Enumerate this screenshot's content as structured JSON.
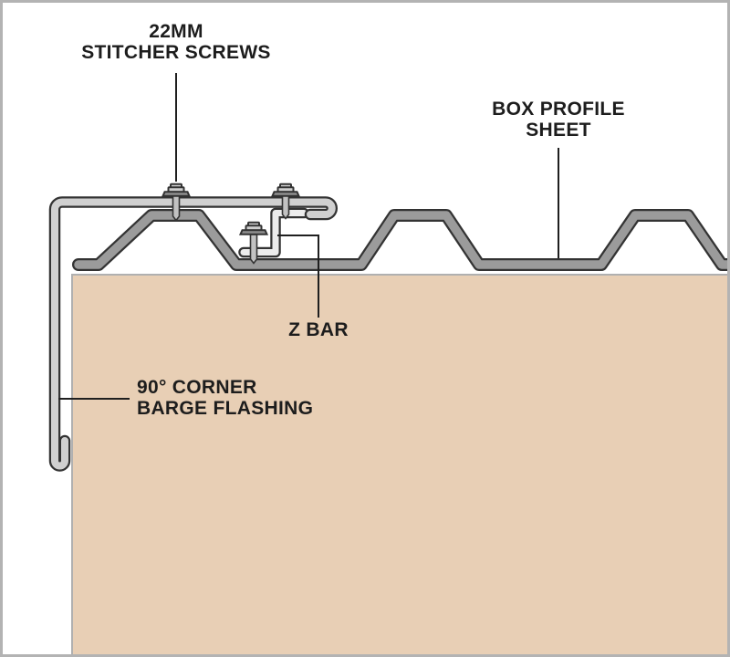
{
  "labels": {
    "stitcher_screws": {
      "line1": "22MM",
      "line2": "STITCHER SCREWS"
    },
    "box_profile_sheet": {
      "line1": "BOX PROFILE",
      "line2": "SHEET"
    },
    "z_bar": {
      "text": "Z BAR"
    },
    "barge_flashing": {
      "line1": "90° CORNER",
      "line2": "BARGE FLASHING"
    }
  },
  "colors": {
    "background": "#ffffff",
    "frame": "#b3b3b3",
    "wall": "#e8cfb5",
    "wall_edge": "#b0b0b0",
    "sheet_fill": "#9b9b9b",
    "flashing_fill": "#d0d0d0",
    "z_bar_fill": "#ececec",
    "screw_cap_fill": "#cfcfcf",
    "screw_washer_fill": "#8f8f8f",
    "screw_shaft_fill": "#c2c2c2",
    "outline": "#333333",
    "leader": "#1f1f1f",
    "text": "#1d1d1d"
  }
}
